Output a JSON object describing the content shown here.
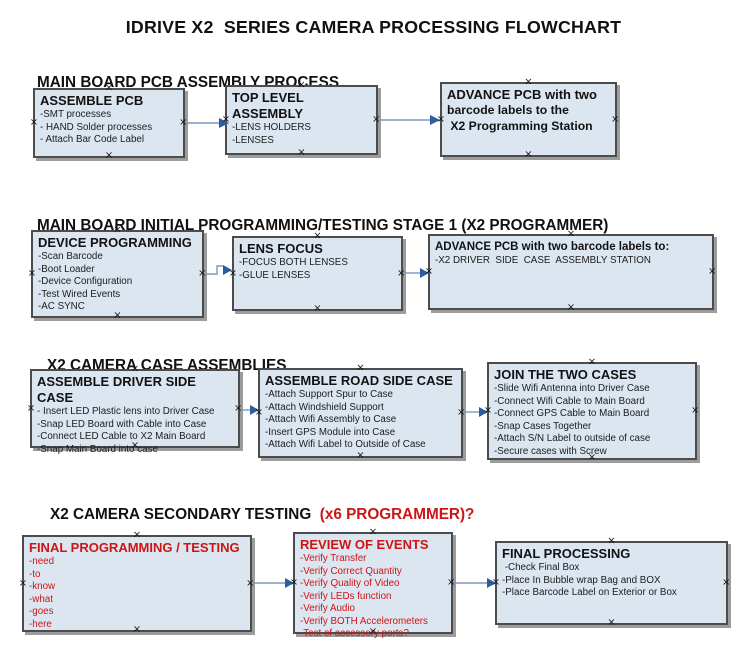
{
  "title": "IDRIVE X2  SERIES CAMERA PROCESSING FLOWCHART",
  "icons": {
    "anchor_glyph": "×"
  },
  "colors": {
    "box_fill": "#dce6f1",
    "box_border": "#4c4c4c",
    "box_shadow": "#9c9c9c",
    "arrow_line": "#7d96be",
    "arrow_head": "#2e5d9e",
    "red_text": "#cc1515",
    "black_text": "#1a1a1a"
  },
  "sections": [
    {
      "heading": "MAIN BOARD PCB ASSEMBLY PROCESS",
      "boxes": [
        {
          "title": "ASSEMBLE PCB",
          "items": [
            "-SMT processes",
            "- HAND Solder processes",
            "- Attach Bar Code Label"
          ]
        },
        {
          "title": "TOP LEVEL ASSEMBLY",
          "items": [
            "-LENS HOLDERS",
            "-LENSES"
          ]
        },
        {
          "title": "ADVANCE PCB with two",
          "items": [
            "barcode labels to the",
            " X2 Programming Station"
          ]
        }
      ]
    },
    {
      "heading": "MAIN BOARD INITIAL PROGRAMMING/TESTING STAGE 1 (X2 PROGRAMMER)",
      "boxes": [
        {
          "title": "DEVICE PROGRAMMING",
          "items": [
            "-Scan Barcode",
            "-Boot Loader",
            "-Device Configuration",
            "-Test Wired Events",
            "-AC SYNC"
          ]
        },
        {
          "title": "LENS FOCUS",
          "items": [
            "-FOCUS BOTH LENSES",
            "-GLUE LENSES"
          ]
        },
        {
          "title": "ADVANCE PCB with two barcode labels to:",
          "items": [
            "-X2 DRIVER  SIDE  CASE  ASSEMBLY STATION"
          ]
        }
      ]
    },
    {
      "heading": "X2 CAMERA CASE ASSEMBLIES",
      "boxes": [
        {
          "title": "ASSEMBLE DRIVER SIDE CASE",
          "items": [
            "- Insert LED Plastic lens into Driver Case",
            "-Snap LED Board with Cable into Case",
            "-Connect LED Cable to X2 Main Board",
            "-Snap Main Board into case"
          ]
        },
        {
          "title": "ASSEMBLE ROAD SIDE CASE",
          "items": [
            "-Attach Support Spur to Case",
            "-Attach Windshield Support",
            "-Attach Wifi Assembly to Case",
            "-Insert GPS Module into Case",
            "-Attach Wifi Label to Outside of Case"
          ]
        },
        {
          "title": "JOIN THE TWO CASES",
          "items": [
            "-Slide Wifi Antenna into Driver Case",
            "-Connect Wifi Cable to Main Board",
            "-Connect GPS Cable to Main Board",
            "-Snap Cases Together",
            "-Attach S/N Label to outside of case",
            "-Secure cases with Screw"
          ]
        }
      ]
    },
    {
      "heading": "X2 CAMERA SECONDARY TESTING  ",
      "heading_suffix": "(x6 PROGRAMMER)?",
      "boxes": [
        {
          "title": "FINAL PROGRAMMING / TESTING",
          "items": [
            "-need",
            "-to",
            "-know",
            "-what",
            "-goes",
            "-here"
          ]
        },
        {
          "title": "REVIEW OF EVENTS",
          "items": [
            "-Verify Transfer",
            "-Verify Correct Quantity",
            "-Verify Quality of Video",
            "-Verify LEDs function",
            "-Verify Audio",
            "-Verify BOTH Accelerometers",
            "-Test of accessory ports?"
          ]
        },
        {
          "title": "FINAL PROCESSING",
          "items": [
            " -Check Final Box",
            "-Place In Bubble wrap Bag and BOX",
            "-Place Barcode Label on Exterior or Box"
          ]
        }
      ]
    }
  ]
}
